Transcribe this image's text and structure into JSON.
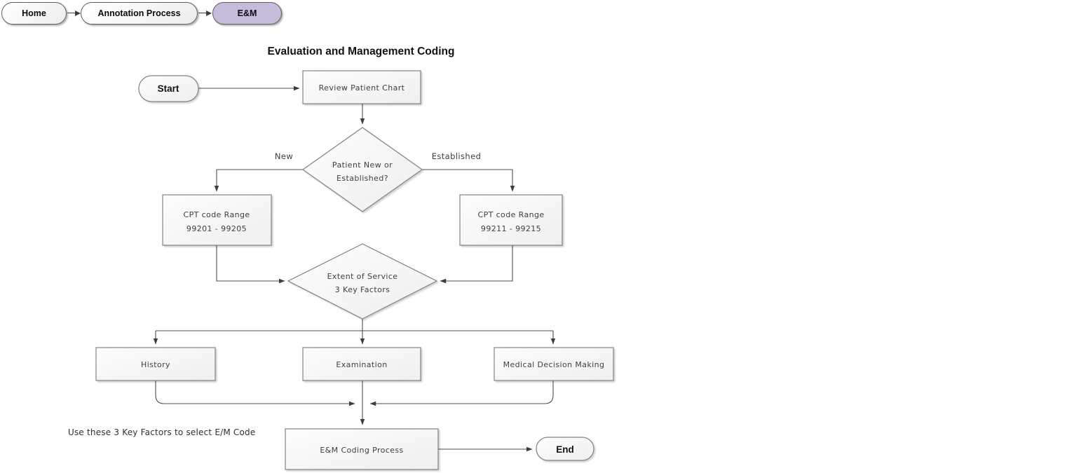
{
  "breadcrumb": {
    "items": [
      {
        "label": "Home",
        "active": false
      },
      {
        "label": "Annotation Process",
        "active": false
      },
      {
        "label": "E&M",
        "active": true
      }
    ]
  },
  "title": "Evaluation and Management Coding",
  "flowchart": {
    "start_label": "Start",
    "review_step": "Review Patient Chart",
    "decision_new_established": {
      "line1": "Patient New or",
      "line2": "Established?",
      "left_branch_label": "New",
      "right_branch_label": "Established"
    },
    "cpt_new": {
      "line1": "CPT code Range",
      "line2": "99201 - 99205"
    },
    "cpt_established": {
      "line1": "CPT code Range",
      "line2": "99211 - 99215"
    },
    "decision_extent": {
      "line1": "Extent of Service",
      "line2": "3 Key Factors"
    },
    "factors": [
      "History",
      "Examination",
      "Medical Decision Making"
    ],
    "note": "Use these 3 Key Factors to select E/M Code",
    "coding_step": "E&M Coding Process",
    "end_label": "End"
  },
  "colors": {
    "active_pill": "#c4bcda",
    "shape_border": "#828282",
    "edge": "#4d4d4d",
    "text": "#3e3e3e"
  }
}
